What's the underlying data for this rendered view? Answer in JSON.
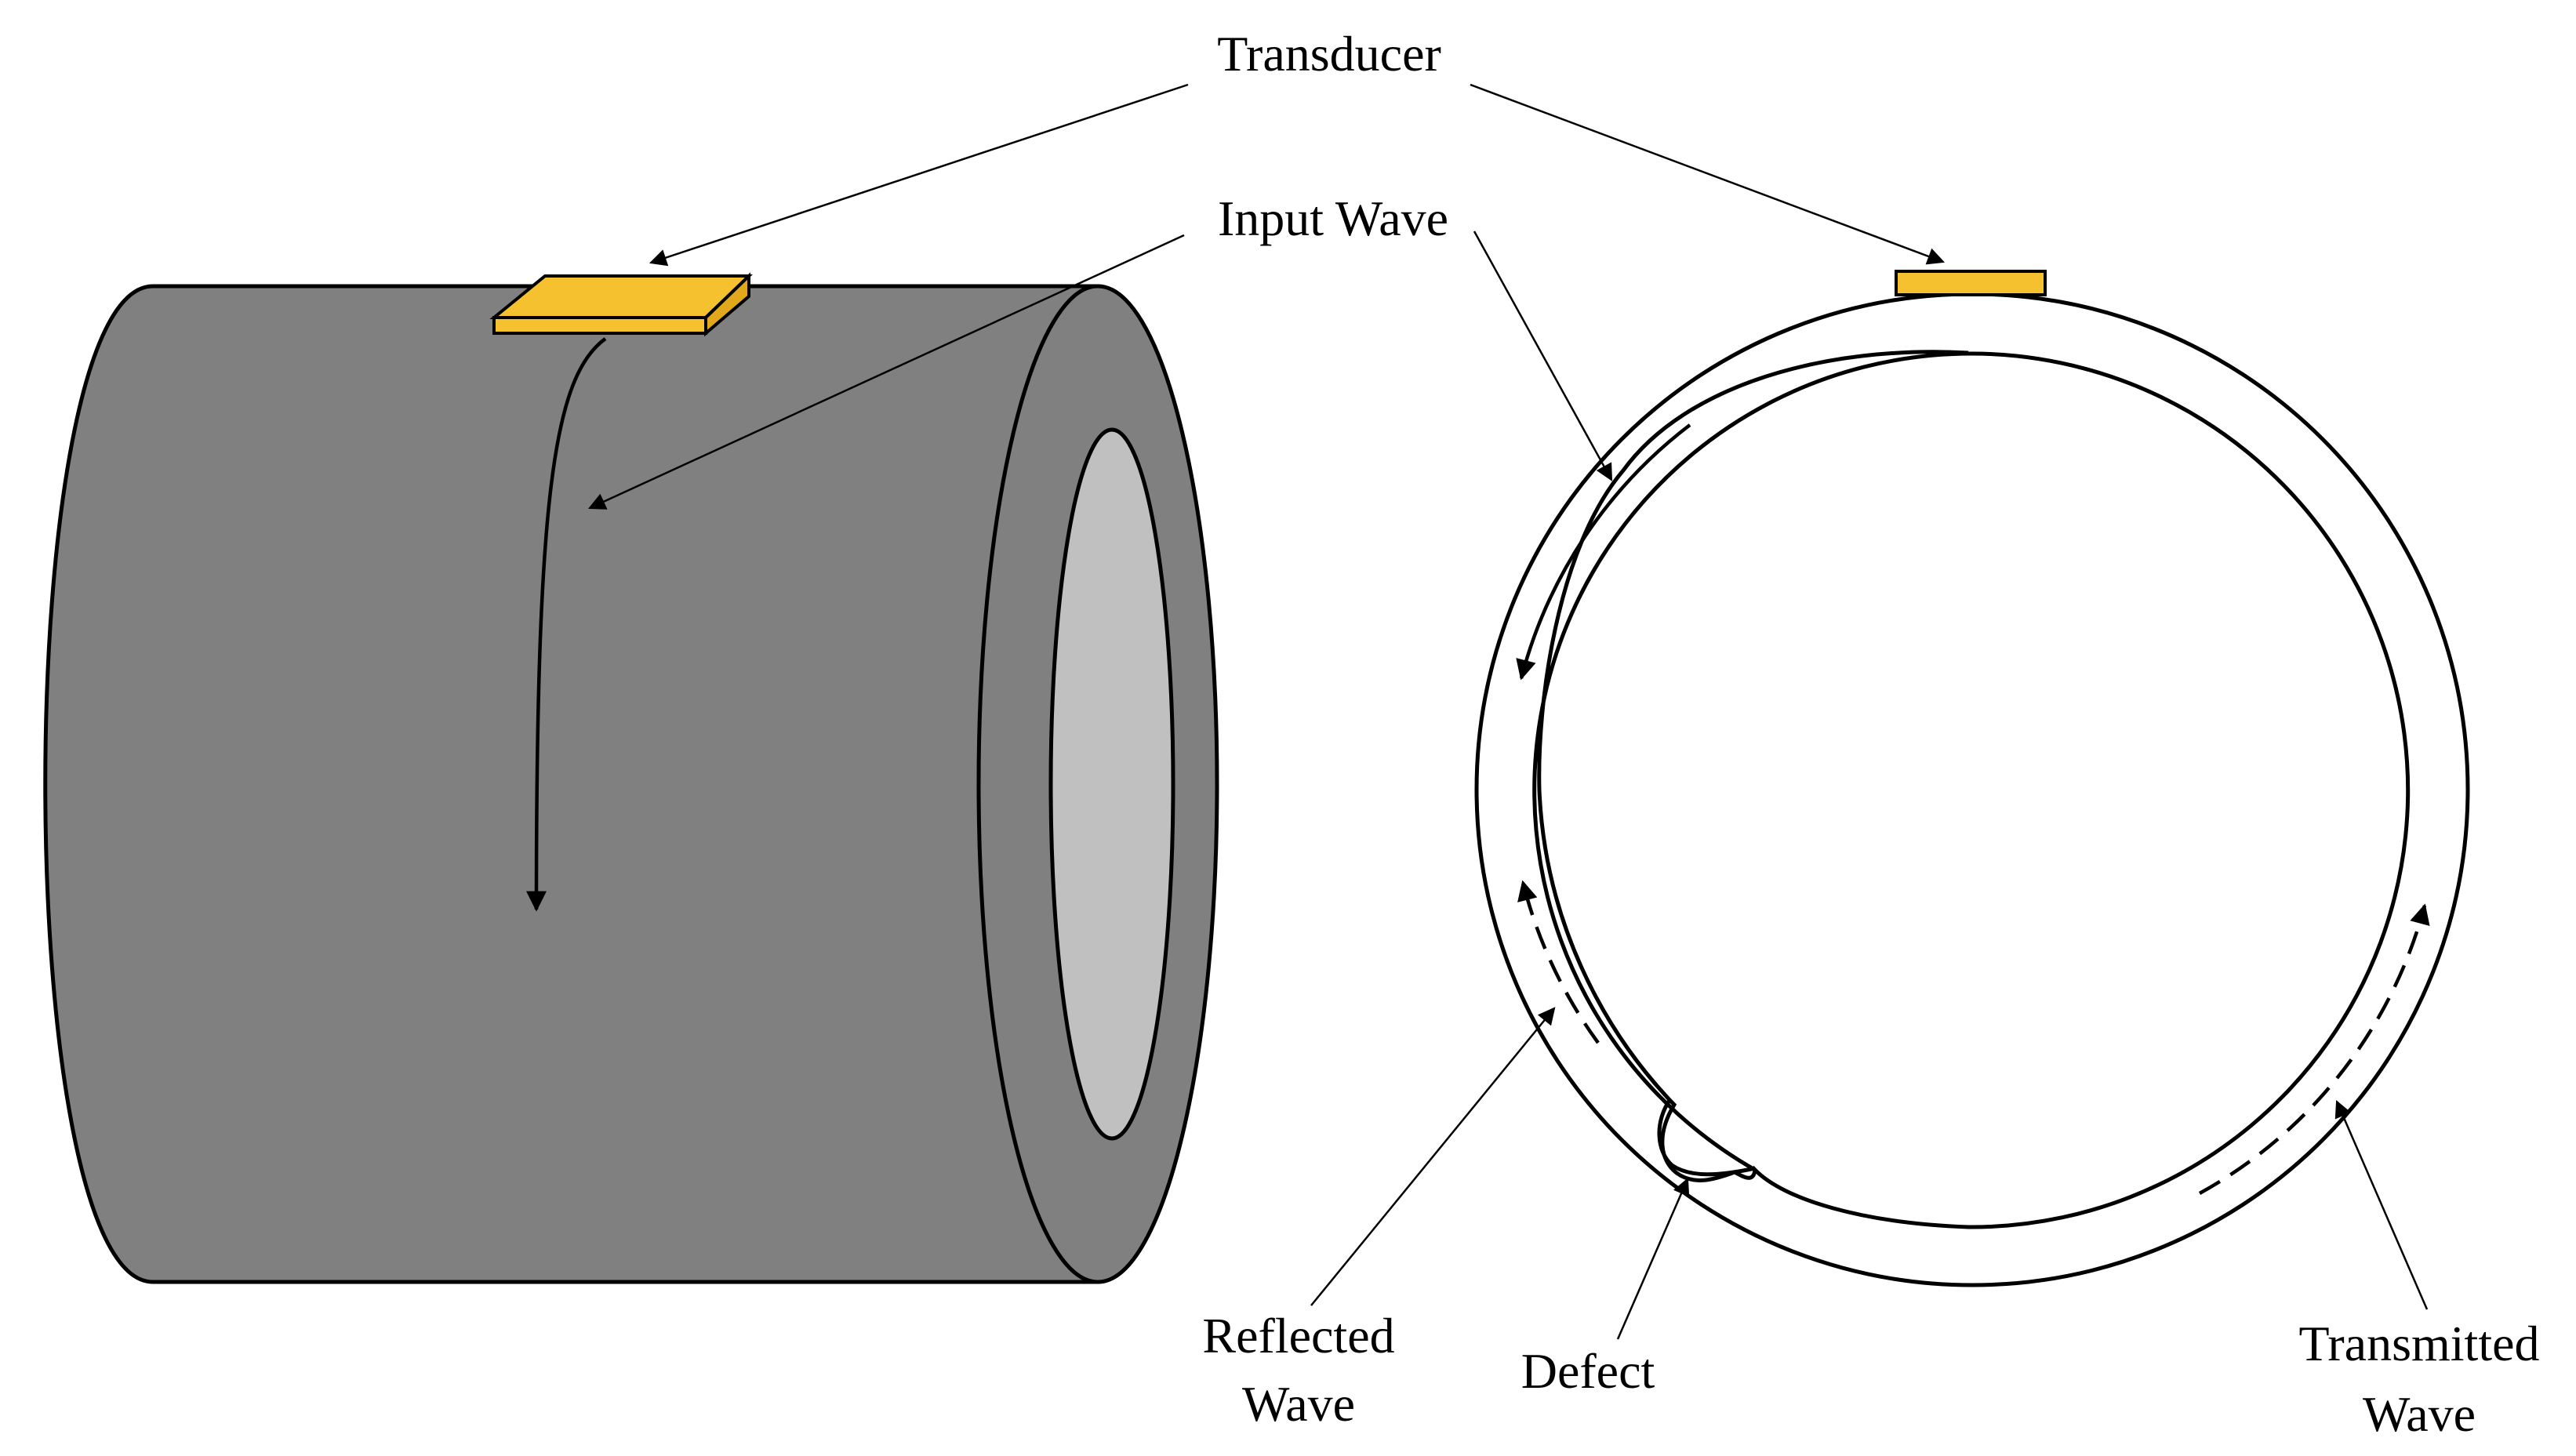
{
  "labels": {
    "transducer": "Transducer",
    "input_wave": "Input Wave",
    "reflected_wave_line1": "Reflected",
    "reflected_wave_line2": "Wave",
    "defect": "Defect",
    "transmitted_wave_line1": "Transmitted",
    "transmitted_wave_line2": "Wave"
  },
  "colors": {
    "pipe_body": "#808080",
    "pipe_bore": "#c0c0c0",
    "transducer": "#f5c12e",
    "outline": "#000000",
    "background": "#ffffff"
  }
}
